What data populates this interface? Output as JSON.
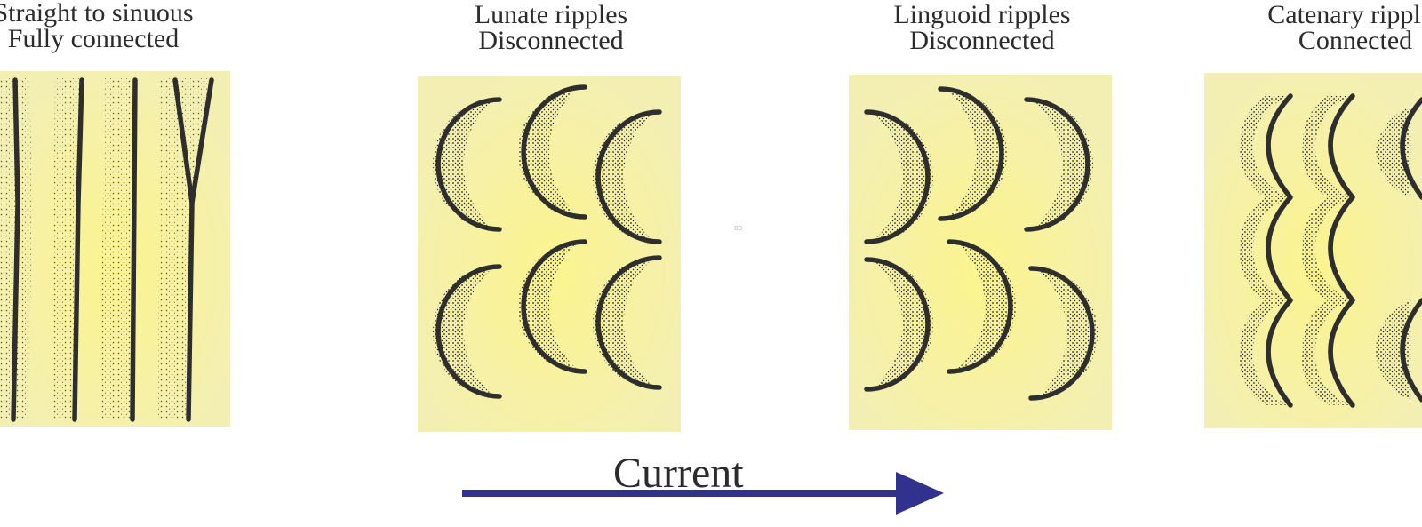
{
  "panels": {
    "straight": {
      "line1": "Straight to sinuous",
      "line2": "Fully connected"
    },
    "lunate": {
      "line1": "Lunate ripples",
      "line2": "Disconnected"
    },
    "linguoid": {
      "line1": "Linguoid ripples",
      "line2": "Disconnected"
    },
    "catenary": {
      "line1": "Catenary ripples",
      "line2": "Connected"
    }
  },
  "flow": {
    "label": "Current"
  },
  "watermark": "BB",
  "colors": {
    "panel_fill": "#f3efb0",
    "panel_center": "#fbf48e",
    "crest_line": "#2e2e2e",
    "stipple": "#1e1e1e",
    "arrow": "#30328e",
    "text": "#2b2b2b"
  }
}
